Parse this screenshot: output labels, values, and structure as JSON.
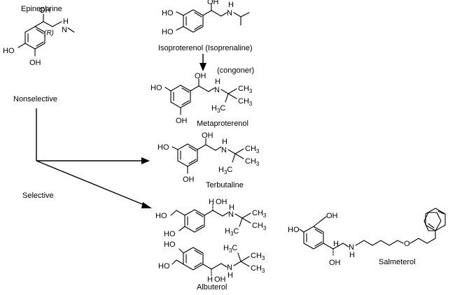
{
  "labels": {
    "epinephrine": "Epinephrine",
    "isoproterenol": "Isoproterenol (Isoprenaline)",
    "congoner": "(congoner)",
    "nonselective": "Nonselective",
    "metaproterenol": "Metaproterenol",
    "terbutaline": "Terbutaline",
    "selective": "Selective",
    "albuterol": "Albuterol",
    "salmeterol": "Salmeterol"
  },
  "atoms": {
    "oh": "OH",
    "ho": "HO",
    "h": "H",
    "n": "N",
    "o": "O",
    "r": "(R)",
    "hc": "H",
    "c": "C",
    "ch": "CH",
    "three": "3"
  }
}
